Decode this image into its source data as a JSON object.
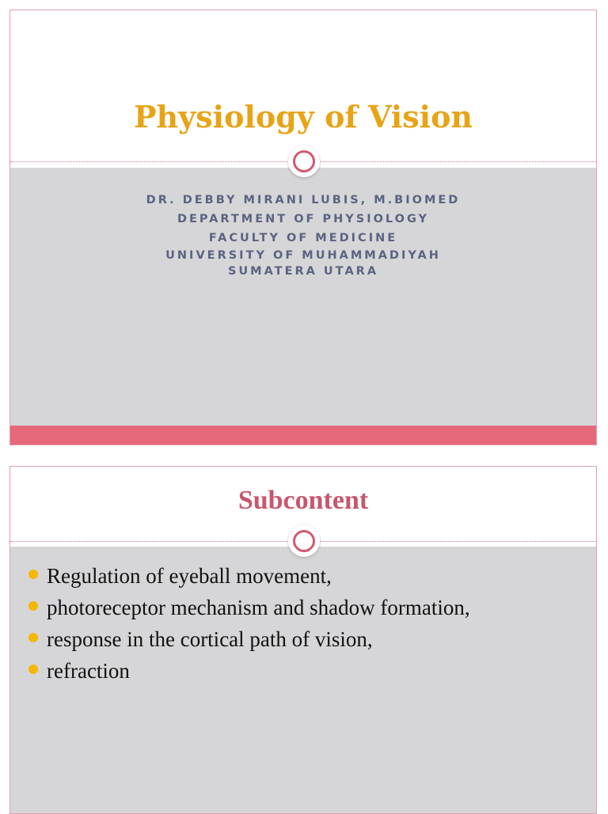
{
  "slide1": {
    "title": "Physiology of Vision",
    "subtitle_lines": [
      "DR. DEBBY MIRANI LUBIS, M.BIOMED",
      "DEPARTMENT OF PHYSIOLOGY",
      "FACULTY OF MEDICINE",
      "UNIVERSITY OF MUHAMMADIYAH",
      "SUMATERA UTARA"
    ]
  },
  "slide2": {
    "title": "Subcontent",
    "bullets": [
      "Regulation of eyeball movement,",
      "photoreceptor mechanism and shadow formation,",
      "response in the cortical path of vision,",
      "refraction"
    ]
  },
  "colors": {
    "title_gold": "#e8a317",
    "accent_pink": "#e5687b",
    "subtitle_slate": "#5b6380",
    "bullet_yellow": "#f5b800",
    "panel_gray": "#d6d6d8"
  }
}
